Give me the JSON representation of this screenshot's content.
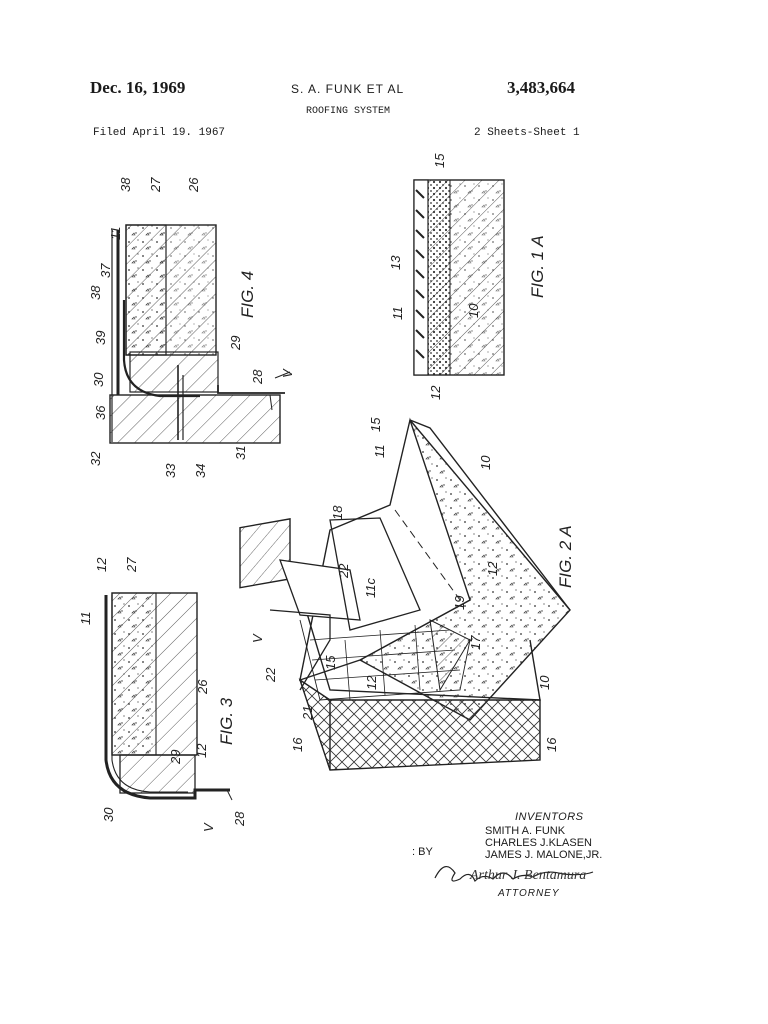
{
  "header": {
    "date": "Dec. 16, 1969",
    "inventor_short": "S. A. FUNK ET AL",
    "patent_number": "3,483,664",
    "title": "ROOFING SYSTEM",
    "filed": "Filed April 19. 1967",
    "sheets": "2 Sheets-Sheet 1"
  },
  "figures": {
    "fig4": {
      "label": "FIG. 4",
      "refs": [
        "38",
        "27",
        "26",
        "11",
        "37",
        "38",
        "39",
        "29",
        "30",
        "28",
        "V",
        "36",
        "32",
        "33",
        "34",
        "31"
      ]
    },
    "fig1a": {
      "label": "FIG. 1 A",
      "refs": [
        "15",
        "13",
        "11",
        "10",
        "12"
      ]
    },
    "fig2a": {
      "label": "FIG. 2 A",
      "refs": [
        "15",
        "11",
        "10",
        "18",
        "22",
        "11c",
        "12",
        "19",
        "17",
        "V",
        "15",
        "12",
        "22",
        "21",
        "10",
        "16",
        "16"
      ]
    },
    "fig3": {
      "label": "FIG. 3",
      "refs": [
        "12",
        "27",
        "11",
        "26",
        "12",
        "29",
        "30",
        "V",
        "28"
      ]
    }
  },
  "footer": {
    "inventors_heading": "INVENTORS",
    "inventors": [
      "SMITH A. FUNK",
      "CHARLES J.KLASEN",
      "JAMES J. MALONE,JR."
    ],
    "by": ": BY",
    "signature": "Arthur J. Bentamura",
    "attorney": "ATTORNEY"
  }
}
